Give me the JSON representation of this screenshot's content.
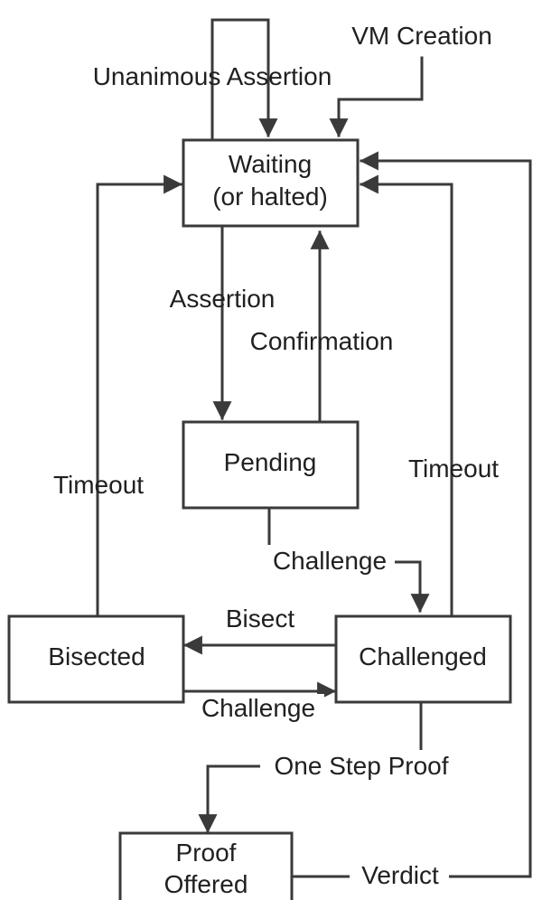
{
  "diagram": {
    "states": {
      "waiting": {
        "line1": "Waiting",
        "line2": "(or halted)"
      },
      "pending": "Pending",
      "bisected": "Bisected",
      "challenged": "Challenged",
      "proof_offered": {
        "line1": "Proof",
        "line2": "Offered"
      }
    },
    "transitions": {
      "vm_creation": "VM Creation",
      "unanimous_assertion": "Unanimous Assertion",
      "assertion": "Assertion",
      "confirmation": "Confirmation",
      "challenge_from_pending": "Challenge",
      "timeout_left": "Timeout",
      "timeout_right": "Timeout",
      "bisect": "Bisect",
      "challenge_from_bisected": "Challenge",
      "one_step_proof": "One Step Proof",
      "verdict": "Verdict"
    }
  }
}
